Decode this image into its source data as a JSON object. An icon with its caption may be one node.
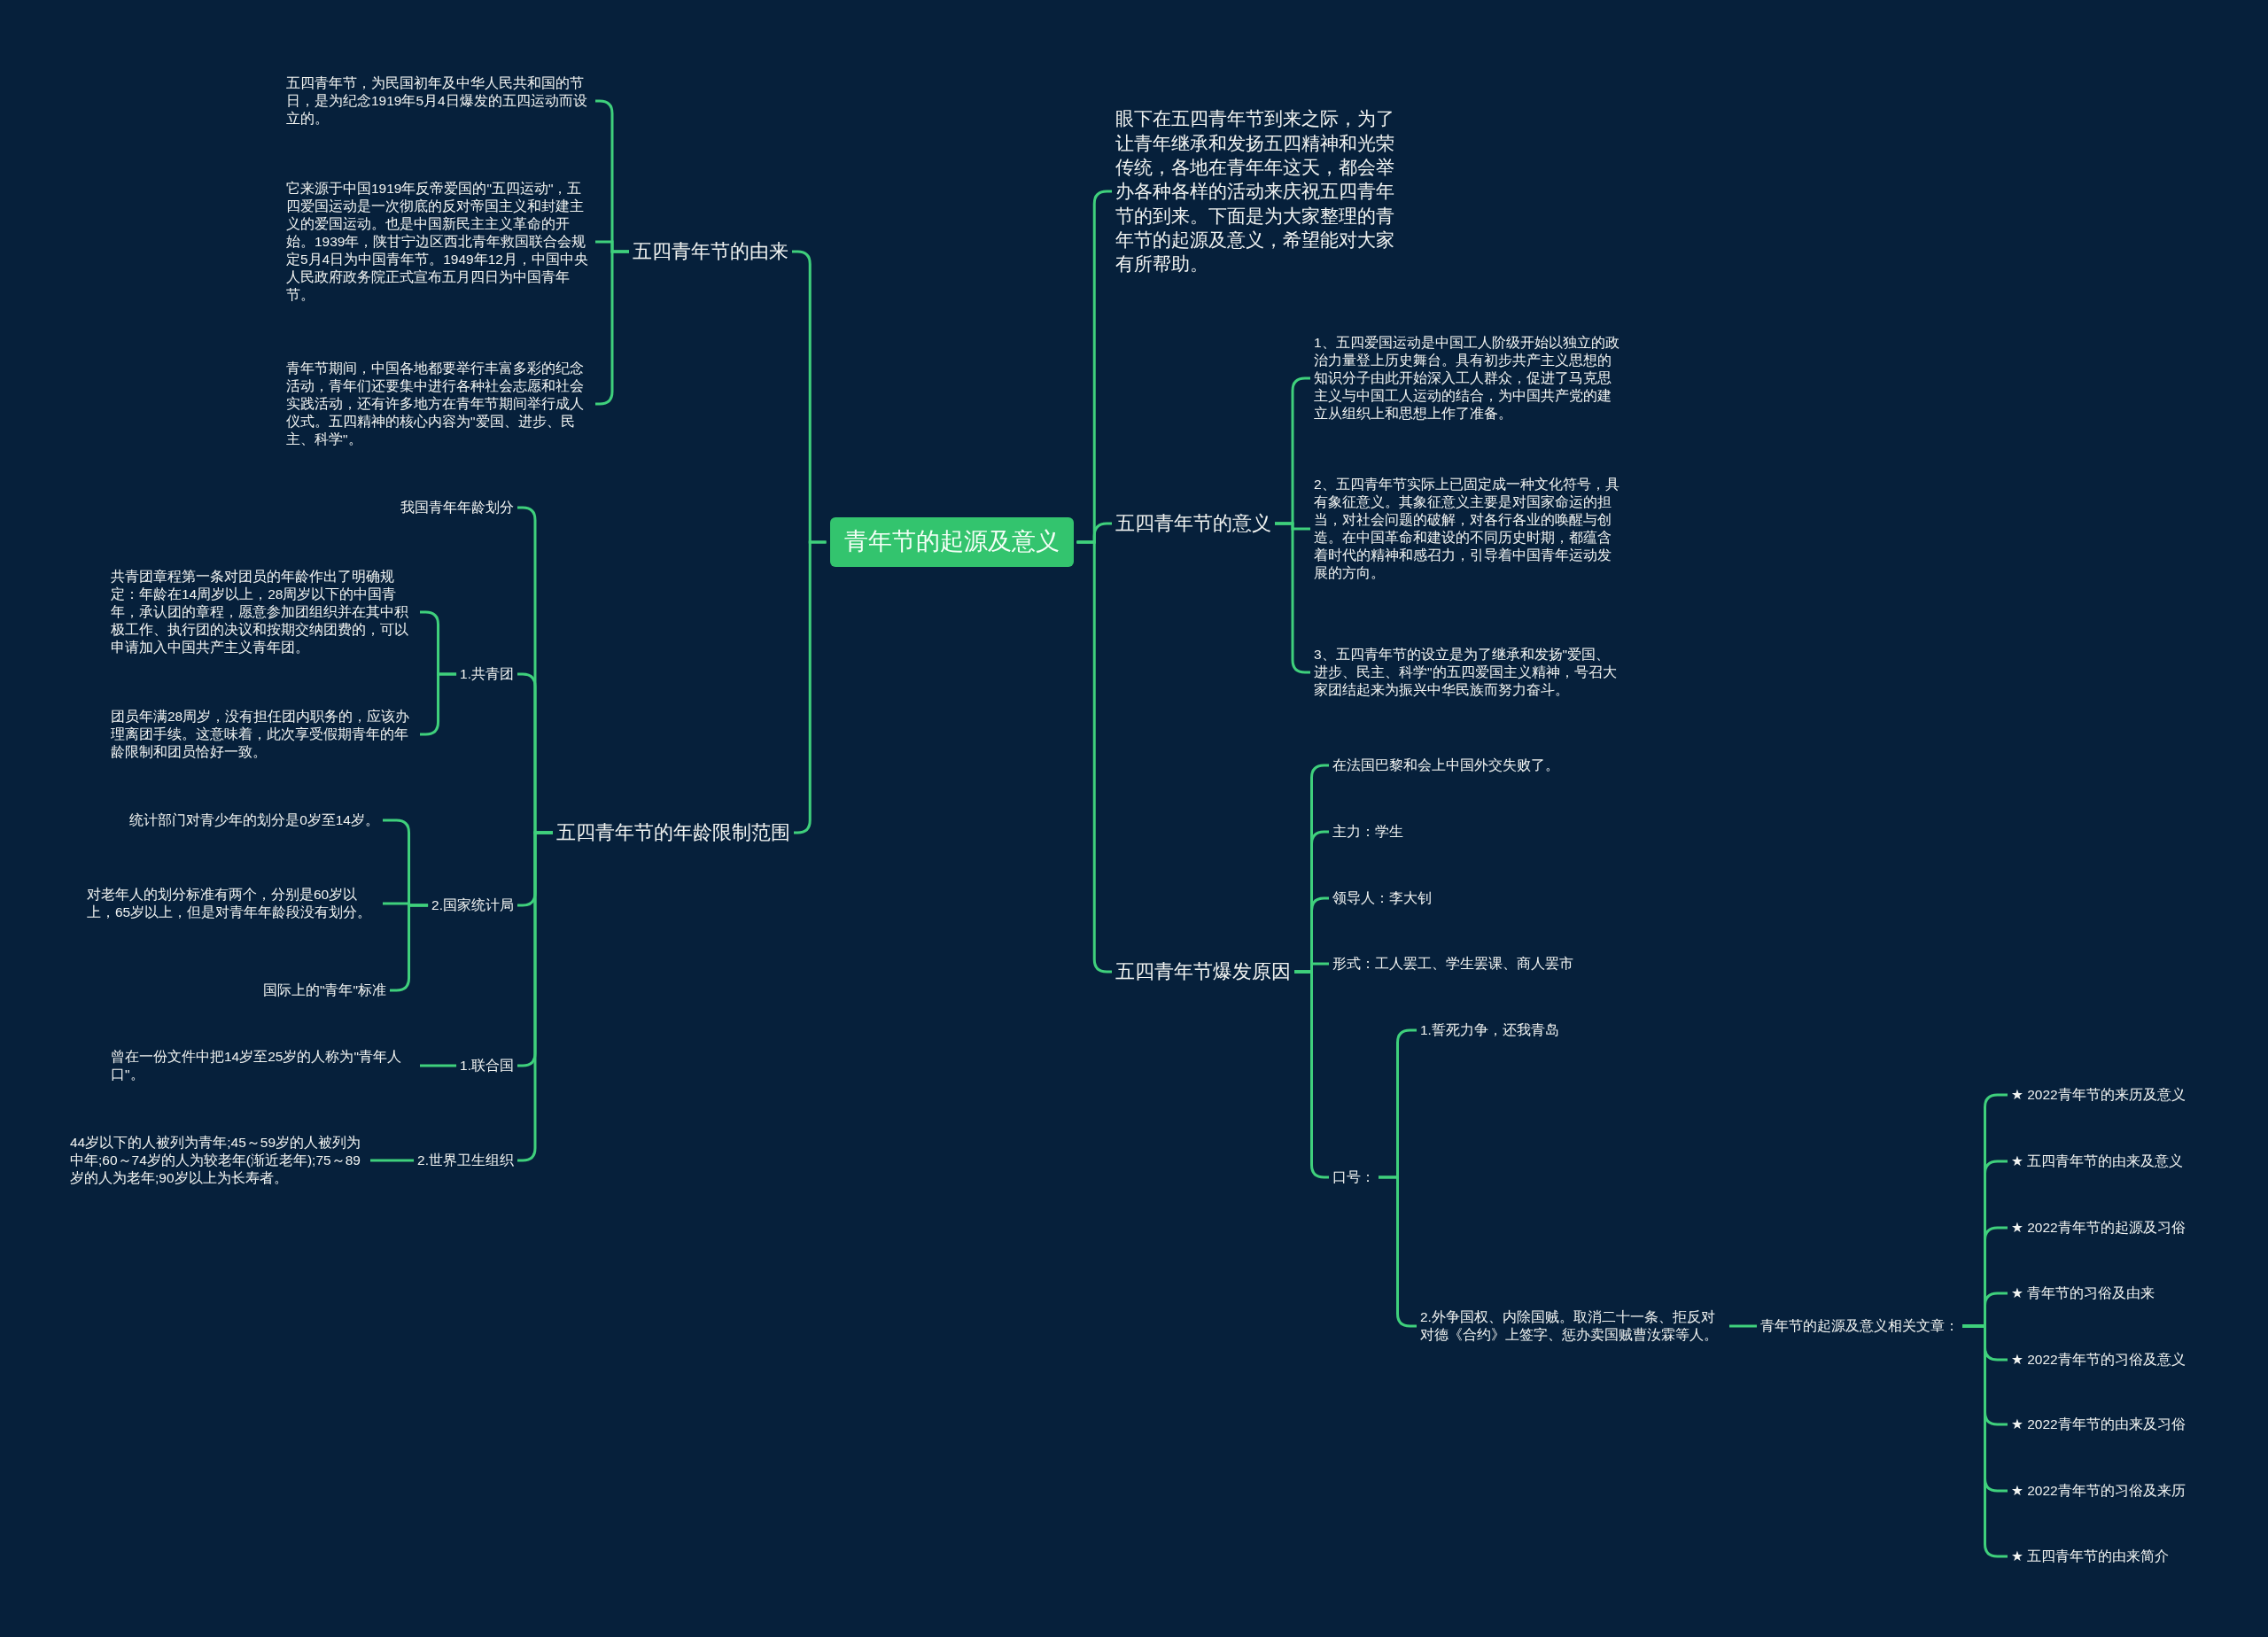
{
  "diagram": {
    "nodes": [
      {
        "text": [
          "青年节的起源及意义"
        ]
      },
      {
        "text": [
          "五四青年节的由来"
        ]
      },
      {
        "text": [
          "五四青年节，为民国初年及中华人民共和国的节日，是为纪念1919年5月4日爆发的五四运动而设立的。"
        ]
      },
      {
        "text": [
          "它来源于中国1919年反帝爱国的\"五四运动\"，五四爱国运动是一次彻底的反对帝国主义和封建主义的爱国运动。也是中国新民主主义革命的开始。1939年，陕甘宁边区西北青年救国联合会规定5月4日为中国青年节。1949年12月，中国中央人民政府政务院正式宣布五月四日为中国青年节。"
        ]
      },
      {
        "text": [
          "青年节期间，中国各地都要举行丰富多彩的纪念活动，青年们还要集中进行各种社会志愿和社会实践活动，还有许多地方在青年节期间举行成人仪式。五四精神的核心内容为\"爱国、进步、民主、科学\"。"
        ]
      },
      {
        "text": [
          "五四青年节的年龄限制范围"
        ]
      },
      {
        "text": [
          "我国青年年龄划分"
        ]
      },
      {
        "text": [
          "1.共青团"
        ]
      },
      {
        "text": [
          "共青团章程第一条对团员的年龄作出了明确规定：年龄在14周岁以上，28周岁以下的中国青年，承认团的章程，愿意参加团组织并在其中积极工作、执行团的决议和按期交纳团费的，可以申请加入中国共产主义青年团。"
        ]
      },
      {
        "text": [
          "团员年满28周岁，没有担任团内职务的，应该办理离团手续。这意味着，此次享受假期青年的年龄限制和团员恰好一致。"
        ]
      },
      {
        "text": [
          "2.国家统计局"
        ]
      },
      {
        "text": [
          "统计部门对青少年的划分是0岁至14岁。"
        ]
      },
      {
        "text": [
          "对老年人的划分标准有两个，分别是60岁以上，65岁以上，但是对青年年龄段没有划分。"
        ]
      },
      {
        "text": [
          "国际上的\"青年\"标准"
        ]
      },
      {
        "text": [
          "1.联合国"
        ]
      },
      {
        "text": [
          "曾在一份文件中把14岁至25岁的人称为\"青年人口\"。"
        ]
      },
      {
        "text": [
          "2.世界卫生组织"
        ]
      },
      {
        "text": [
          "44岁以下的人被列为青年;45～59岁的人被列为中年;60～74岁的人为较老年(渐近老年);75～89岁的人为老年;90岁以上为长寿者。"
        ]
      },
      {
        "text": [
          "眼下在五四青年节到来之际，为了让青年继承和发扬五四精神和光荣传统，各地在青年年这天，都会举办各种各样的活动来庆祝五四青年节的到来。下面是为大家整理的青年节的起源及意义，希望能对大家有所帮助。"
        ]
      },
      {
        "text": [
          "五四青年节的意义"
        ]
      },
      {
        "text": [
          "1、五四爱国运动是中国工人阶级开始以独立的政治力量登上历史舞台。具有初步共产主义思想的知识分子由此开始深入工人群众，促进了马克思主义与中国工人运动的结合，为中国共产党的建立从组织上和思想上作了准备。"
        ]
      },
      {
        "text": [
          "2、五四青年节实际上已固定成一种文化符号，具有象征意义。其象征意义主要是对国家命运的担当，对社会问题的破解，对各行各业的唤醒与创造。在中国革命和建设的不同历史时期，都蕴含着时代的精神和感召力，引导着中国青年运动发展的方向。"
        ]
      },
      {
        "text": [
          "3、五四青年节的设立是为了继承和发扬\"爱国、进步、民主、科学\"的五四爱国主义精神，号召大家团结起来为振兴中华民族而努力奋斗。"
        ]
      },
      {
        "text": [
          "五四青年节爆发原因"
        ]
      },
      {
        "text": [
          "在法国巴黎和会上中国外交失败了。"
        ]
      },
      {
        "text": [
          "主力：学生"
        ]
      },
      {
        "text": [
          "领导人：李大钊"
        ]
      },
      {
        "text": [
          "形式：工人罢工、学生罢课、商人罢市"
        ]
      },
      {
        "text": [
          "口号："
        ]
      },
      {
        "text": [
          "1.誓死力争，还我青岛"
        ]
      },
      {
        "text": [
          "2.外争国权、内除国贼。取消二十一条、拒反对对德《合约》上签字、惩办卖国贼曹汝霖等人。"
        ]
      },
      {
        "text": [
          "青年节的起源及意义相关文章："
        ]
      },
      {
        "text": [
          "★ 2022青年节的来历及意义"
        ]
      },
      {
        "text": [
          "★ 五四青年节的由来及意义"
        ]
      },
      {
        "text": [
          "★ 2022青年节的起源及习俗"
        ]
      },
      {
        "text": [
          "★ 青年节的习俗及由来"
        ]
      },
      {
        "text": [
          "★ 2022青年节的习俗及意义"
        ]
      },
      {
        "text": [
          "★ 2022青年节的由来及习俗"
        ]
      },
      {
        "text": [
          "★ 2022青年节的习俗及来历"
        ]
      },
      {
        "text": [
          "★ 五四青年节的由来简介"
        ]
      }
    ],
    "edges": [
      {
        "from": 0,
        "to": 1,
        "arrow": "none"
      },
      {
        "from": 1,
        "to": 2,
        "arrow": "none"
      },
      {
        "from": 1,
        "to": 3,
        "arrow": "none"
      },
      {
        "from": 1,
        "to": 4,
        "arrow": "none"
      },
      {
        "from": 0,
        "to": 5,
        "arrow": "none"
      },
      {
        "from": 5,
        "to": 6,
        "arrow": "none"
      },
      {
        "from": 5,
        "to": 7,
        "arrow": "none"
      },
      {
        "from": 7,
        "to": 8,
        "arrow": "none"
      },
      {
        "from": 7,
        "to": 9,
        "arrow": "none"
      },
      {
        "from": 5,
        "to": 10,
        "arrow": "none"
      },
      {
        "from": 10,
        "to": 11,
        "arrow": "none"
      },
      {
        "from": 10,
        "to": 12,
        "arrow": "none"
      },
      {
        "from": 10,
        "to": 13,
        "arrow": "none"
      },
      {
        "from": 5,
        "to": 14,
        "arrow": "none"
      },
      {
        "from": 14,
        "to": 15,
        "arrow": "none"
      },
      {
        "from": 5,
        "to": 16,
        "arrow": "none"
      },
      {
        "from": 16,
        "to": 17,
        "arrow": "none"
      },
      {
        "from": 0,
        "to": 18,
        "arrow": "none"
      },
      {
        "from": 0,
        "to": 19,
        "arrow": "none"
      },
      {
        "from": 19,
        "to": 20,
        "arrow": "none"
      },
      {
        "from": 19,
        "to": 21,
        "arrow": "none"
      },
      {
        "from": 19,
        "to": 22,
        "arrow": "none"
      },
      {
        "from": 0,
        "to": 23,
        "arrow": "none"
      },
      {
        "from": 23,
        "to": 24,
        "arrow": "none"
      },
      {
        "from": 23,
        "to": 25,
        "arrow": "none"
      },
      {
        "from": 23,
        "to": 26,
        "arrow": "none"
      },
      {
        "from": 23,
        "to": 27,
        "arrow": "none"
      },
      {
        "from": 23,
        "to": 28,
        "arrow": "none"
      },
      {
        "from": 28,
        "to": 29,
        "arrow": "none"
      },
      {
        "from": 28,
        "to": 30,
        "arrow": "none"
      },
      {
        "from": 30,
        "to": 31,
        "arrow": "none"
      },
      {
        "from": 31,
        "to": 32,
        "arrow": "none"
      },
      {
        "from": 31,
        "to": 33,
        "arrow": "none"
      },
      {
        "from": 31,
        "to": 34,
        "arrow": "none"
      },
      {
        "from": 31,
        "to": 35,
        "arrow": "none"
      },
      {
        "from": 31,
        "to": 36,
        "arrow": "none"
      },
      {
        "from": 31,
        "to": 37,
        "arrow": "none"
      },
      {
        "from": 31,
        "to": 38,
        "arrow": "none"
      },
      {
        "from": 31,
        "to": 39,
        "arrow": "none"
      }
    ]
  }
}
